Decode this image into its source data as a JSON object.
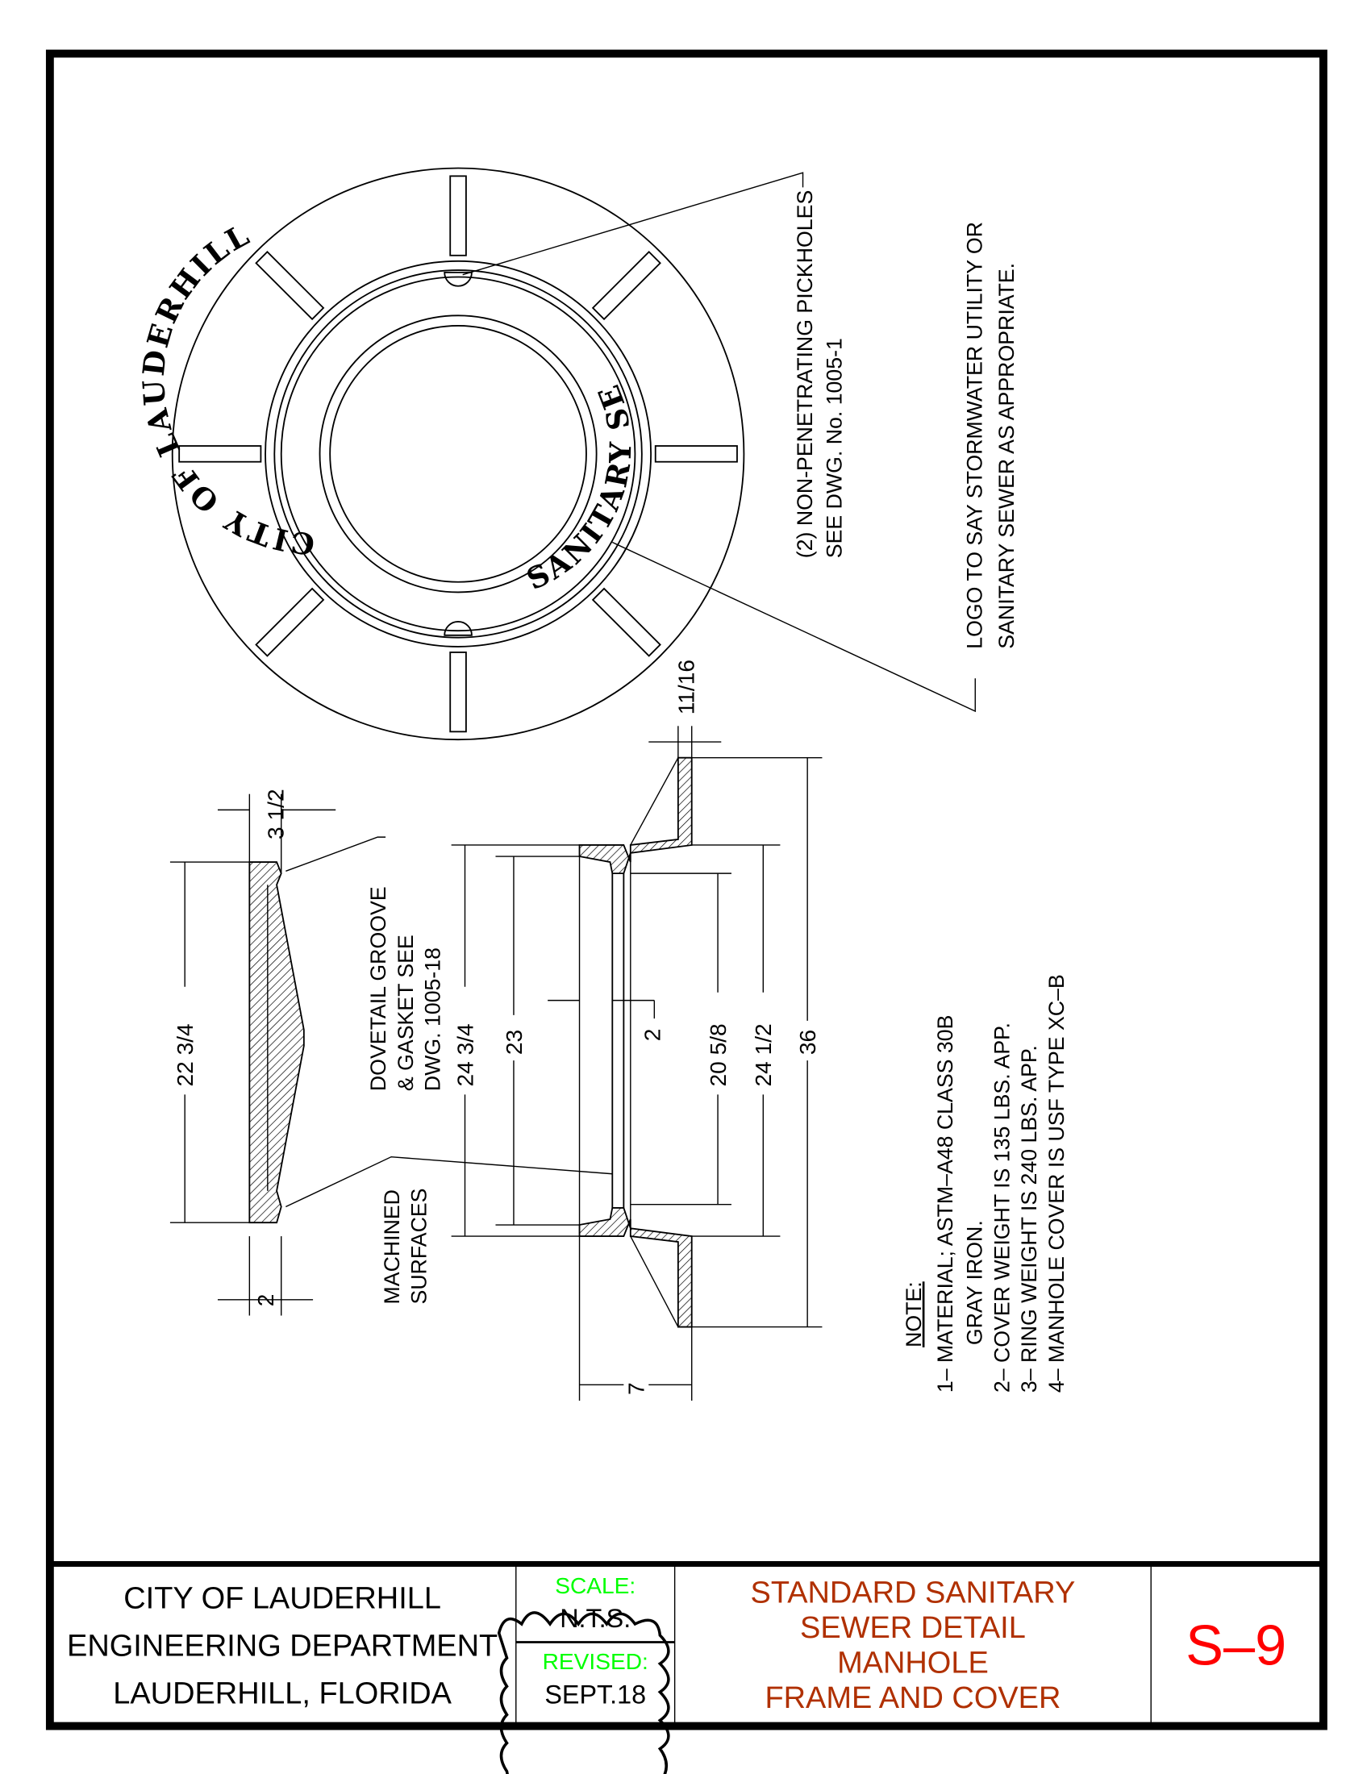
{
  "plan_view": {
    "seal_top": "CITY OF LAUDERHILL",
    "seal_bottom": "SANITARY SEWER",
    "callout_pickholes": [
      "(2) NON-PENETRATING PICKHOLES",
      "SEE DWG. No. 1005-1"
    ],
    "callout_logo": [
      "LOGO TO SAY STORMWATER UTILITY OR",
      "SANITARY SEWER AS APPROPRIATE."
    ]
  },
  "cover_section": {
    "dim_top": "3 1/2",
    "dim_height": "22 3/4",
    "dim_bottom": "2",
    "callout_groove": [
      "DOVETAIL GROOVE",
      "& GASKET SEE",
      "DWG. 1005-18"
    ],
    "callout_machined": [
      "MACHINED",
      "SURFACES"
    ]
  },
  "frame_section": {
    "dim_outer": "24 3/4",
    "dim_inner": "23",
    "dim_lip": "2",
    "dim_opening": "20 5/8",
    "dim_seat": "24 1/2",
    "dim_flange": "36",
    "dim_flange_thk": "11/16",
    "dim_depth": "7"
  },
  "notes": {
    "heading": "NOTE:",
    "items": [
      "1– MATERIAL; ASTM–A48 CLASS 30B",
      "GRAY IRON.",
      "2– COVER WEIGHT IS 135 LBS. APP.",
      "3– RING WEIGHT IS 240 LBS. APP.",
      "4– MANHOLE COVER IS USF TYPE XC–B"
    ]
  },
  "title_block": {
    "agency": [
      "CITY OF LAUDERHILL",
      "ENGINEERING DEPARTMENT",
      "LAUDERHILL, FLORIDA"
    ],
    "scale_label": "SCALE:",
    "scale_value": "N.T.S.",
    "revised_label": "REVISED:",
    "revised_value": "SEPT.18",
    "title": [
      "STANDARD SANITARY",
      "SEWER DETAIL",
      "MANHOLE",
      "FRAME AND COVER"
    ],
    "sheet": "S–9",
    "colors": {
      "label": "#00ff00",
      "title": "#b03000",
      "sheet": "#ff0000"
    }
  }
}
